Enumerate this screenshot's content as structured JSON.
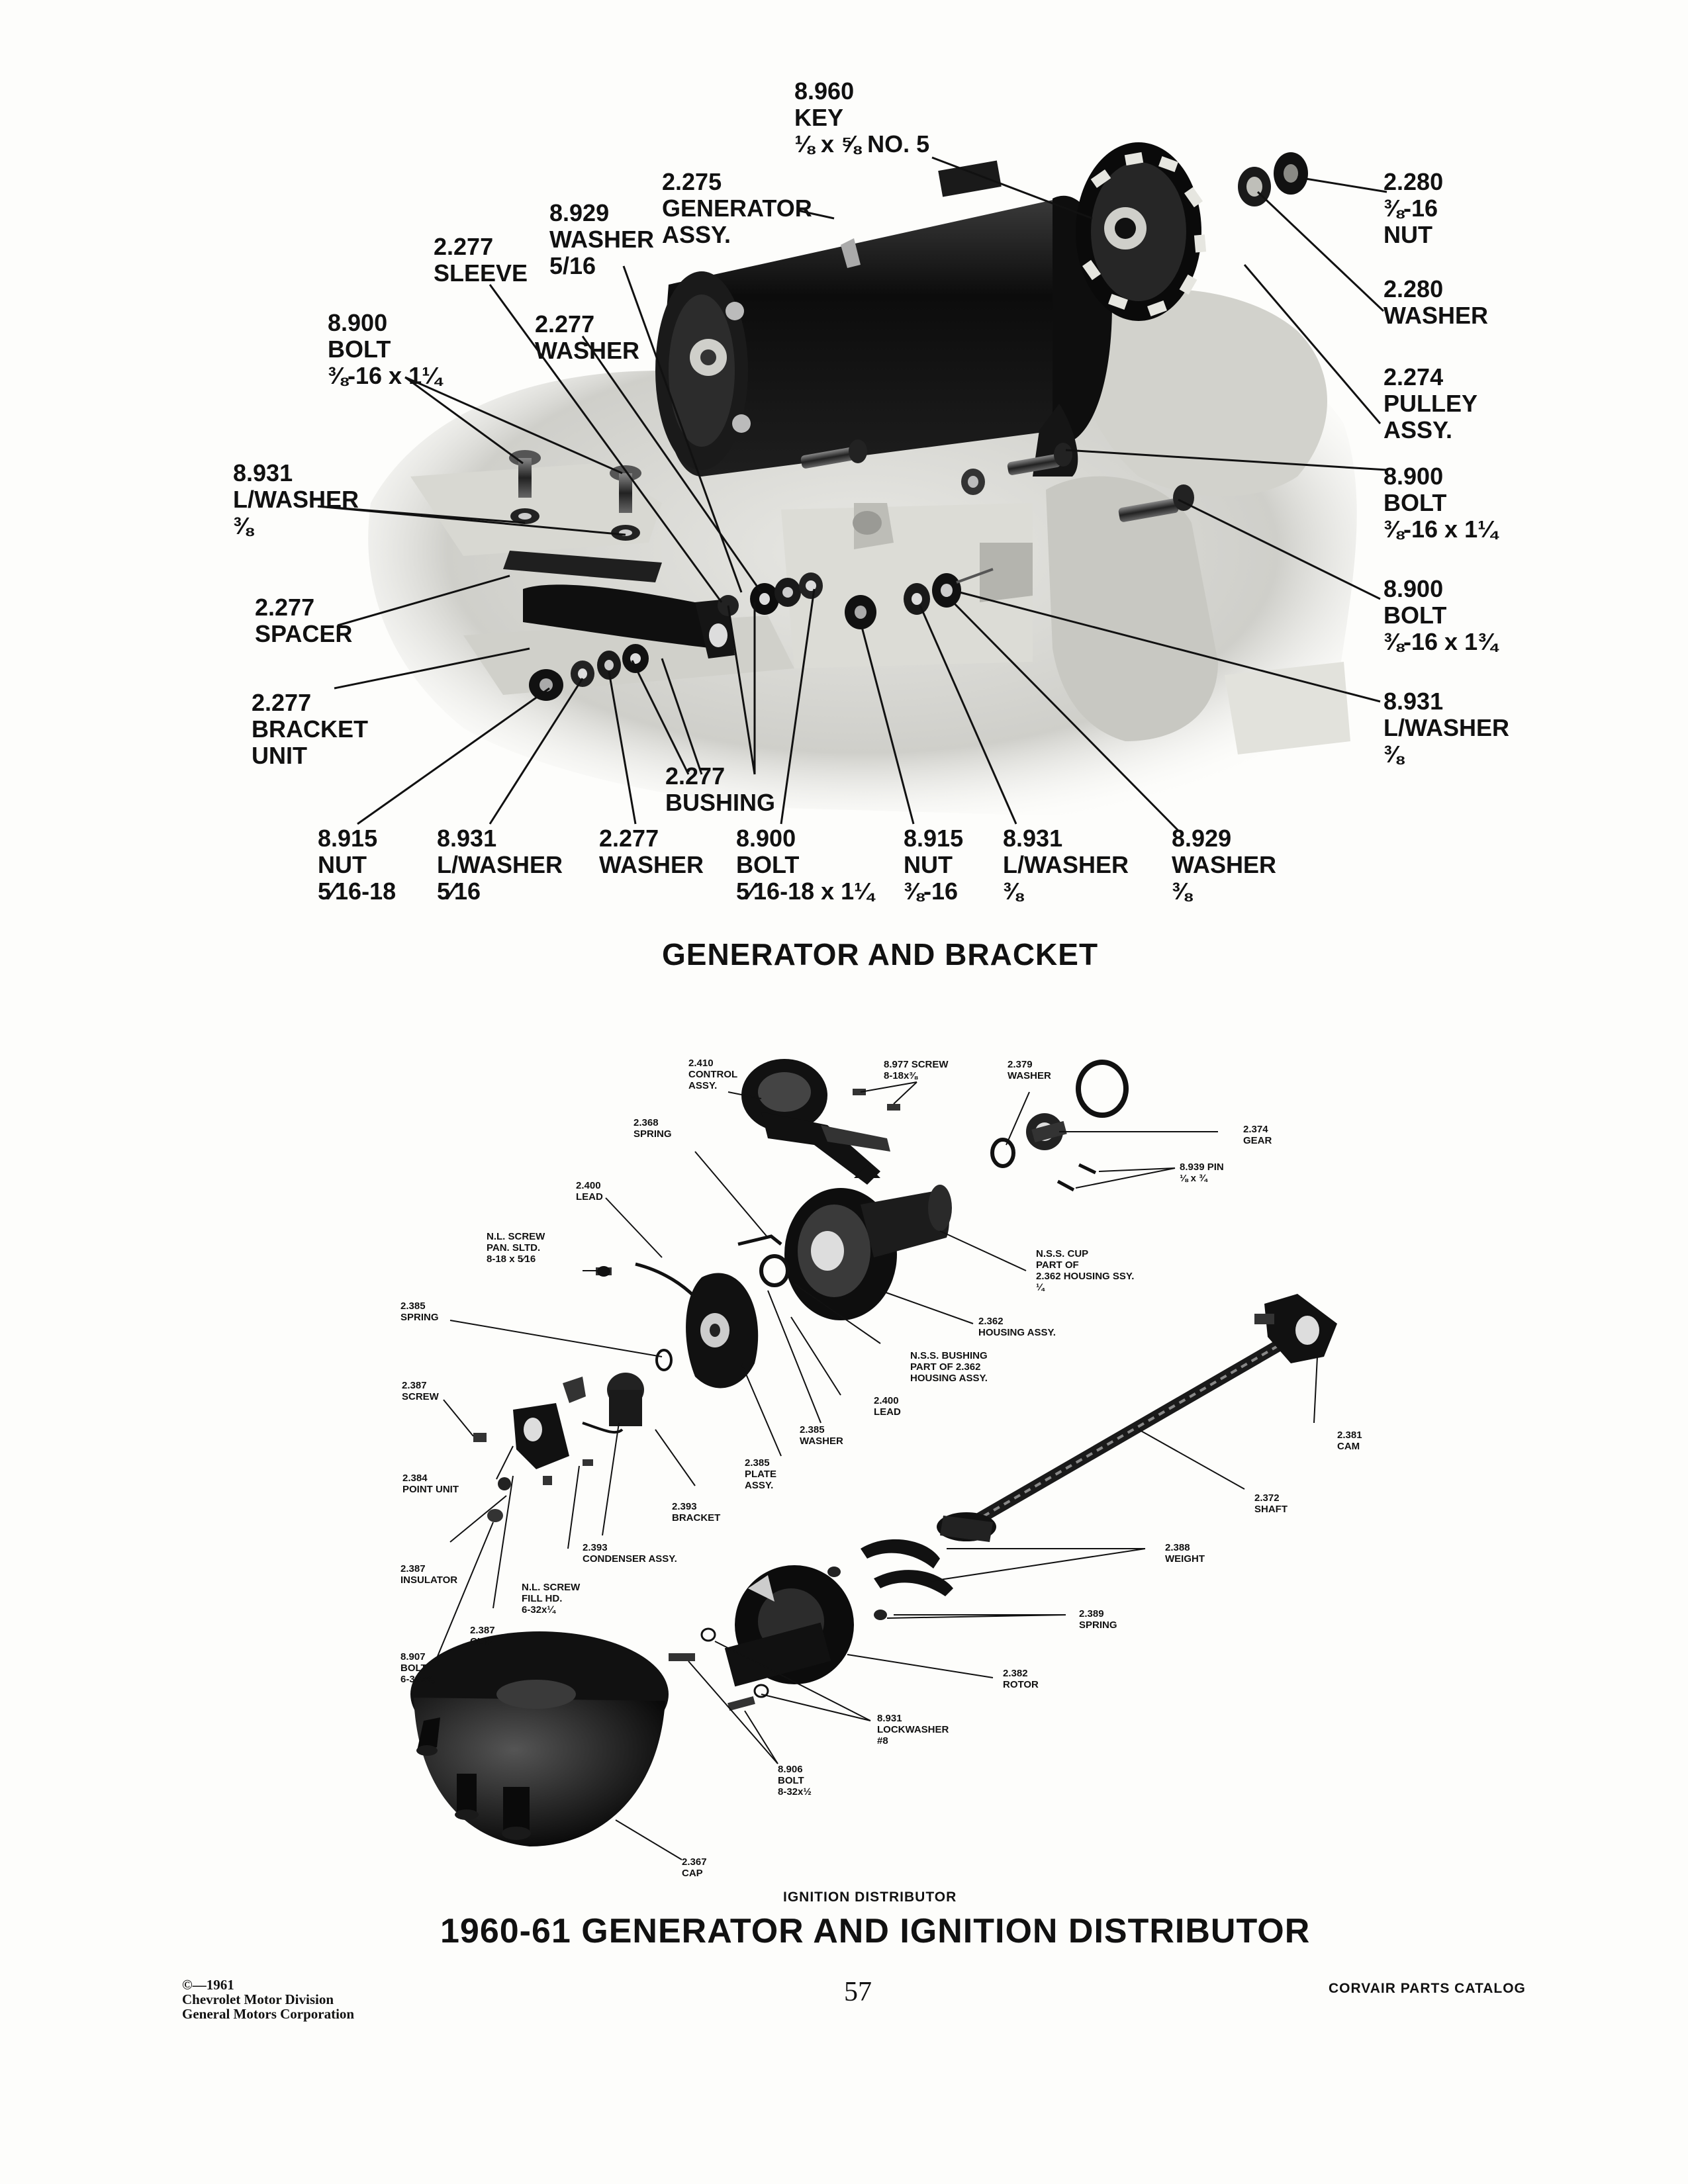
{
  "generator_labels": {
    "key": [
      "8.960",
      "KEY",
      "⅛ x ⅝ NO. 5"
    ],
    "generator_assy": [
      "2.275",
      "GENERATOR",
      "ASSY."
    ],
    "washer_516": [
      "8.929",
      "WASHER",
      "5/16"
    ],
    "sleeve": [
      "2.277",
      "SLEEVE"
    ],
    "bolt_top_left": [
      "8.900",
      "BOLT",
      "⅜-16 x 1¼"
    ],
    "washer_2277_top": [
      "2.277",
      "WASHER"
    ],
    "lwasher_left": [
      "8.931",
      "L/WASHER",
      "⅜"
    ],
    "spacer": [
      "2.277",
      "SPACER"
    ],
    "bracket_unit": [
      "2.277",
      "BRACKET",
      "UNIT"
    ],
    "nut_top_right": [
      "2.280",
      "⅜-16",
      "NUT"
    ],
    "washer_top_right": [
      "2.280",
      "WASHER"
    ],
    "pulley": [
      "2.274",
      "PULLEY",
      "ASSY."
    ],
    "bolt_right_1": [
      "8.900",
      "BOLT",
      "⅜-16 x 1¼"
    ],
    "bolt_right_2": [
      "8.900",
      "BOLT",
      "⅜-16 x 1¾"
    ],
    "lwasher_right": [
      "8.931",
      "L/WASHER",
      "⅜"
    ],
    "bushing": [
      "2.277",
      "BUSHING"
    ],
    "nut_516": [
      "8.915",
      "NUT",
      "5⁄16-18"
    ],
    "lwasher_516": [
      "8.931",
      "L/WASHER",
      "5⁄16"
    ],
    "washer_2277_bottom": [
      "2.277",
      "WASHER"
    ],
    "bolt_bottom": [
      "8.900",
      "BOLT",
      "5⁄16-18 x 1¼"
    ],
    "nut_38": [
      "8.915",
      "NUT",
      "⅜-16"
    ],
    "lwasher_38": [
      "8.931",
      "L/WASHER",
      "⅜"
    ],
    "washer_38": [
      "8.929",
      "WASHER",
      "⅜"
    ]
  },
  "generator_title": "GENERATOR AND BRACKET",
  "distributor_labels": {
    "control_assy": [
      "2.410",
      "CONTROL",
      "ASSY."
    ],
    "screw_8977": [
      "8.977 SCREW",
      "8-18x⅜"
    ],
    "washer_2379": [
      "2.379",
      "WASHER"
    ],
    "spring_2368": [
      "2.368",
      "SPRING"
    ],
    "gear": [
      "2.374",
      "GEAR"
    ],
    "pin": [
      "8.939 PIN",
      "⅛ x ¾"
    ],
    "lead_top": [
      "2.400",
      "LEAD"
    ],
    "nl_screw_pan": [
      "N.L. SCREW",
      "PAN. SLTD.",
      "8-18 x 5⁄16"
    ],
    "nss_cup": [
      "N.S.S. CUP",
      "PART OF",
      "2.362 HOUSING  SSY.",
      "¼"
    ],
    "spring_2385": [
      "2.385",
      "SPRING"
    ],
    "housing_assy": [
      "2.362",
      "HOUSING ASSY."
    ],
    "nss_bushing": [
      "N.S.S. BUSHING",
      "PART OF 2.362",
      "HOUSING ASSY."
    ],
    "screw_2387": [
      "2.387",
      "SCREW"
    ],
    "lead_bottom": [
      "2.400",
      "LEAD"
    ],
    "washer_2385": [
      "2.385",
      "WASHER"
    ],
    "cam": [
      "2.381",
      "CAM"
    ],
    "plate_assy": [
      "2.385",
      "PLATE",
      "ASSY."
    ],
    "point_unit": [
      "2.384",
      "POINT UNIT"
    ],
    "bracket": [
      "2.393",
      "BRACKET"
    ],
    "shaft": [
      "2.372",
      "SHAFT"
    ],
    "condenser": [
      "2.393",
      "CONDENSER ASSY."
    ],
    "weight": [
      "2.388",
      "WEIGHT"
    ],
    "insulator": [
      "2.387",
      "INSULATOR"
    ],
    "nl_screw_fill": [
      "N.L. SCREW",
      "FILL HD.",
      "6-32x¼"
    ],
    "clip": [
      "2.387",
      "CLIP"
    ],
    "spring_2389": [
      "2.389",
      "SPRING"
    ],
    "bolt_8907": [
      "8.907",
      "BOLT",
      "6-32x⅜"
    ],
    "rotor": [
      "2.382",
      "ROTOR"
    ],
    "lockwasher": [
      "8.931",
      "LOCKWASHER",
      "#8"
    ],
    "bolt_8906": [
      "8.906",
      "BOLT",
      "8-32x½"
    ],
    "cap": [
      "2.367",
      "CAP"
    ]
  },
  "distributor_title": "IGNITION DISTRIBUTOR",
  "page_title": "1960-61 GENERATOR AND IGNITION DISTRIBUTOR",
  "footer": {
    "copyright": [
      "©—1961",
      "Chevrolet Motor Division",
      "General Motors Corporation"
    ],
    "page_number": "57",
    "catalog": "CORVAIR PARTS CATALOG"
  }
}
